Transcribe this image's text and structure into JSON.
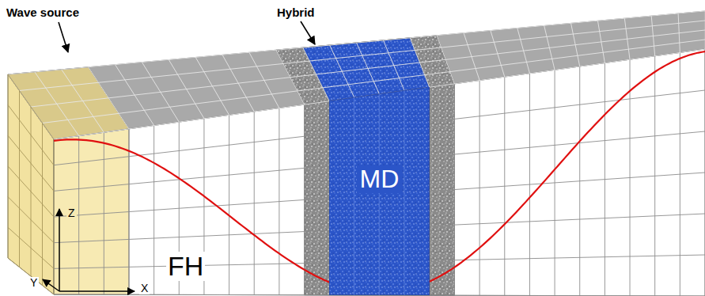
{
  "diagram": {
    "nodes": [
      {
        "text": [
          "MD"
        ]
      }
    ],
    "labels": [
      "Wave source",
      "Hybrid",
      "FH",
      "Z",
      "Y",
      "X"
    ]
  }
}
